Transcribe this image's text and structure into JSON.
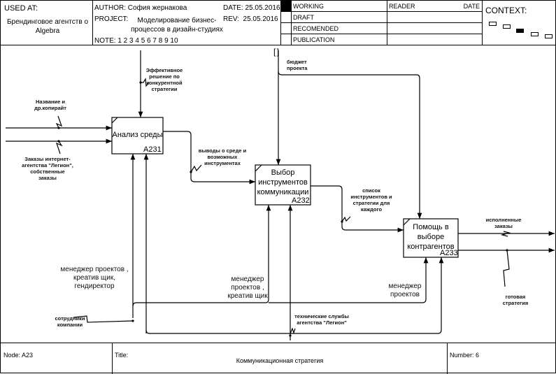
{
  "header": {
    "used_at_label": "USED AT:",
    "used_at_value": "Брендинговое агентств о Algebra",
    "author_label": "AUTHOR:",
    "author_value": "София жернакова",
    "project_label": "PROJECT:",
    "project_value_line1": "Моделирование бизнес-",
    "project_value_line2": "процессов в дизайн-студиях",
    "date_label": "DATE:",
    "date_value": "25.05.2016",
    "rev_label": "REV:",
    "rev_value": "25.05.2016",
    "note_label": "NOTE:",
    "note_values": "1 2 3 4 5 6 7 8 9 10",
    "status": [
      "WORKING",
      "DRAFT",
      "RECOMENDED",
      "PUBLICATION"
    ],
    "status_selected": "WORKING",
    "reader_label": "READER",
    "reader_date_label": "DATE",
    "context_label": "CONTEXT:"
  },
  "boxes": [
    {
      "id": "A231",
      "title": "Анализ среды"
    },
    {
      "id": "A232",
      "title_lines": [
        "Выбор",
        "инструментов",
        "коммуникации"
      ]
    },
    {
      "id": "A233",
      "title_lines": [
        "Помощь в",
        "выборе",
        "контрагентов"
      ]
    }
  ],
  "arrows": {
    "control_a231": [
      "Эффективное",
      "решение по",
      "конкурентной",
      "стратегии"
    ],
    "input_name": [
      "Название и",
      "др.копирайт"
    ],
    "input_orders": [
      "Заказы интернет-",
      "агентства \"Легион\",",
      "собственные",
      "заказы"
    ],
    "a231_to_a232": [
      "выводы о среде и",
      "возможных",
      "инструментах"
    ],
    "budget": [
      "бюджет",
      "проекта"
    ],
    "tunnel_glyph": "[ ]",
    "a232_to_a233": [
      "список",
      "инструментов и",
      "стратегии для",
      "каждого"
    ],
    "output_done": [
      "исполненные",
      "заказы"
    ],
    "output_strategy": [
      "готовая",
      "стратегия"
    ],
    "mech_a231": [
      "менеджер проектов ,",
      "креатив щик,",
      "гендиректор"
    ],
    "mech_a232": [
      "менеджер",
      "проектов ,",
      "креатив щик"
    ],
    "mech_a233": [
      "менеджер",
      "проектов"
    ],
    "mech_employees": [
      "сотрудники",
      "компании"
    ],
    "mech_tech": [
      "технические службы",
      "агентства \"Легион\""
    ]
  },
  "footer": {
    "node_label": "Node:",
    "node_value": "A23",
    "title_label": "Title:",
    "title_value": "Коммуникационная стратегия",
    "number_label": "Number:",
    "number_value": "6"
  }
}
